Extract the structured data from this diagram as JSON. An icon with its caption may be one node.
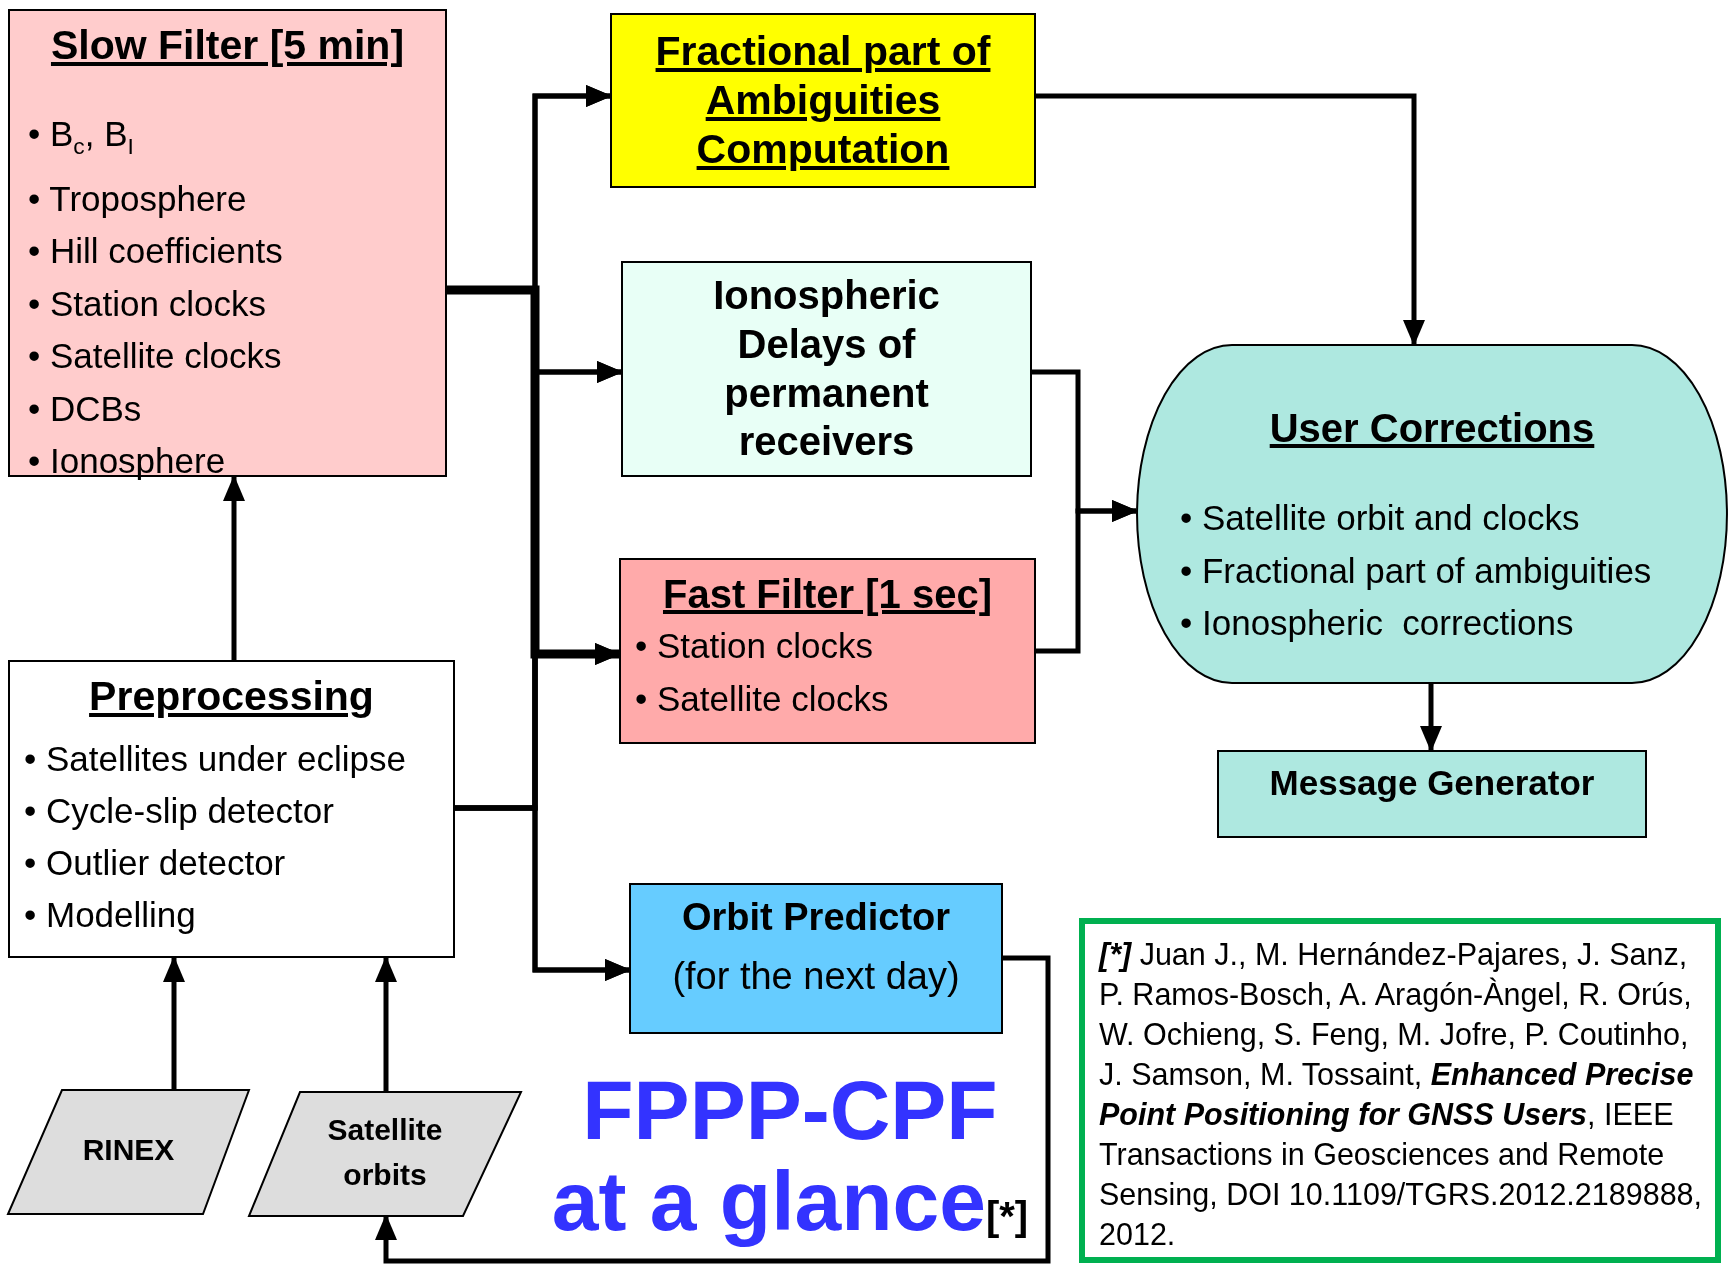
{
  "diagram": {
    "title": "FPPP-CPF at a glance$_{[*]}$",
    "nodes": [
      {
        "text": [
          "Slow Filter [5 min]",
          "• B$_{c}$, B$_{I}$",
          "• Troposphere",
          "• Hill coefficients",
          "• Station clocks",
          "• Satellite clocks",
          "• DCBs",
          "• Ionosphere"
        ]
      },
      {
        "text": [
          "Fractional part of Ambiguities Computation"
        ]
      },
      {
        "text": [
          "Ionospheric Delays of permanent receivers"
        ]
      },
      {
        "text": [
          "Fast Filter [1 sec]",
          "• Station clocks",
          "• Satellite clocks"
        ]
      },
      {
        "text": [
          "Preprocessing",
          "• Satellites under eclipse",
          "• Cycle-slip detector",
          "• Outlier detector",
          "• Modelling"
        ]
      },
      {
        "text": [
          "Orbit Predictor",
          "(for the next day)"
        ]
      },
      {
        "text": [
          "User Corrections",
          "• Satellite orbit and clocks",
          "• Fractional part of ambiguities",
          "• Ionospheric  corrections"
        ]
      },
      {
        "text": [
          "Message Generator"
        ]
      },
      {
        "text": [
          "RINEX"
        ]
      },
      {
        "text": [
          "Satellite orbits"
        ]
      },
      {
        "text": [
          "**[*]** Juan J., M. Hernández-Pajares, J. Sanz, P. Ramos-Bosch, A. Aragón-Àngel, R. Orús, W. Ochieng, S. Feng, M. Jofre, P. Coutinho, J. Samson, M. Tossaint, **Enhanced Precise Point Positioning for GNSS Users**, IEEE Transactions in Geosciences and Remote Sensing, DOI 10.1109/TGRS.2012.2189888, 2012."
        ]
      }
    ],
    "edges": [
      {
        "from": 0,
        "to": 1,
        "arrow": "to"
      },
      {
        "from": 0,
        "to": 2,
        "arrow": "to"
      },
      {
        "from": 0,
        "to": 3,
        "arrow": "to",
        "style": "thick"
      },
      {
        "from": 0,
        "to": 5,
        "arrow": "to"
      },
      {
        "from": 4,
        "to": 1,
        "arrow": "to"
      },
      {
        "from": 4,
        "to": 2,
        "arrow": "to"
      },
      {
        "from": 4,
        "to": 3,
        "arrow": "to"
      },
      {
        "from": 4,
        "to": 5,
        "arrow": "to"
      },
      {
        "from": 4,
        "to": 0,
        "arrow": "to"
      },
      {
        "from": 8,
        "to": 4,
        "arrow": "to"
      },
      {
        "from": 9,
        "to": 4,
        "arrow": "to"
      },
      {
        "from": 1,
        "to": 6,
        "arrow": "to"
      },
      {
        "from": 2,
        "to": 6,
        "arrow": "to"
      },
      {
        "from": 3,
        "to": 6,
        "arrow": "to"
      },
      {
        "from": 6,
        "to": 7,
        "arrow": "to"
      },
      {
        "from": 5,
        "to": 9,
        "arrow": "to"
      }
    ]
  }
}
